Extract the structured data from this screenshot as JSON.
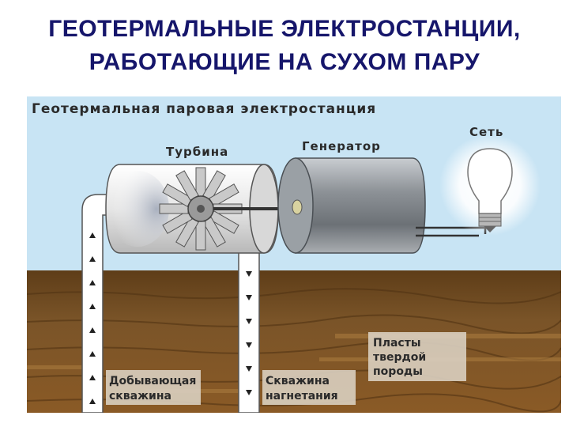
{
  "slide": {
    "title_line1": "ГЕОТЕРМАЛЬНЫЕ ЭЛЕКТРОСТАНЦИИ,",
    "title_line2": "РАБОТАЮЩИЕ НА СУХОМ ПАРУ"
  },
  "diagram": {
    "title": "Геотермальная паровая электростанция",
    "labels": {
      "turbine": "Турбина",
      "generator": "Генератор",
      "grid": "Сеть",
      "production_well_line1": "Добывающая",
      "production_well_line2": "скважина",
      "injection_well_line1": "Скважина",
      "injection_well_line2": "нагнетания",
      "rock_line1": "Пласты",
      "rock_line2": "твердой",
      "rock_line3": "породы"
    },
    "icons": [
      "turbine-icon",
      "generator-icon",
      "lightbulb-icon"
    ],
    "colors": {
      "title": "#16166b",
      "sky": "#c8e4f4",
      "soil": "#7a4f22",
      "pipe": "#ffffff",
      "generator": "#8f9499"
    }
  }
}
